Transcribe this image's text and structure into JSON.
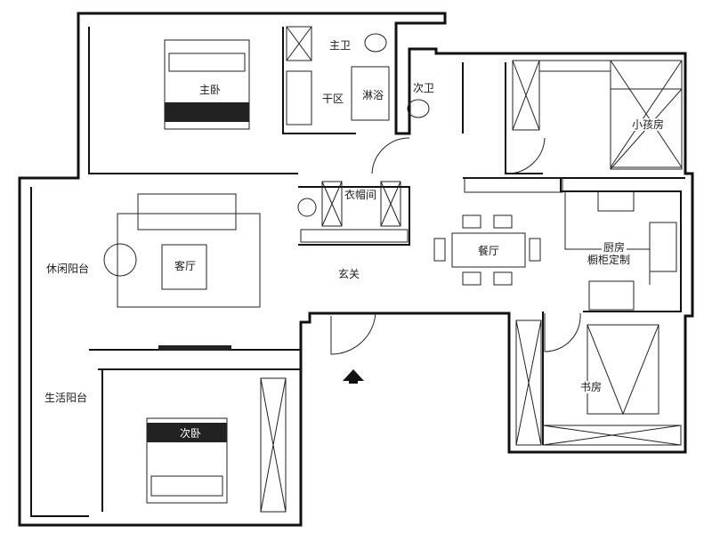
{
  "rooms": {
    "master_bedroom": "主卧",
    "master_bath": "主卫",
    "dry_area": "干区",
    "shower": "淋浴",
    "second_bath": "次卫",
    "kids_room": "小孩房",
    "cloakroom": "衣帽间",
    "dining": "餐厅",
    "kitchen": "厨房",
    "cabinet": "橱柜定制",
    "living": "客厅",
    "leisure_balcony": "休闲阳台",
    "entrance": "玄关",
    "study": "书房",
    "living_balcony": "生活阳台",
    "second_bedroom": "次卧"
  }
}
